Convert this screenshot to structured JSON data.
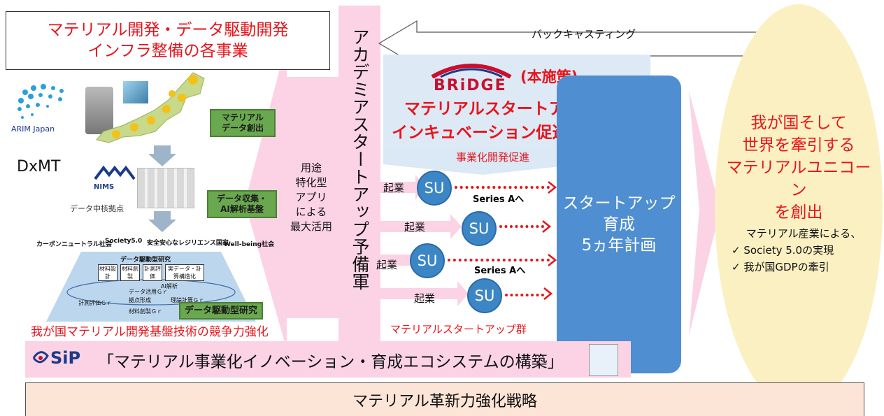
{
  "left": {
    "title_line1": "マテリアル開発・データ駆動開発",
    "title_line2": "インフラ整備の各事業",
    "arim_label": "ARIM Japan",
    "dxmt": "DxMT",
    "nims_label": "NIMS",
    "hub_label": "データ中核拠点",
    "box_data_creation": "マテリアル\nデータ創出",
    "box_data_collect": "データ収集・\nAI解析基盤",
    "goals": [
      "カーボンニュートラル社会",
      "Society5.0",
      "安全安心なレジリエンス国家",
      "Well-being社会"
    ],
    "platform_title": "データ駆動型研究",
    "platform_boxes": [
      "材料設計",
      "材料創製",
      "計測評価",
      "実データ・計算構造化"
    ],
    "platform_ai": "AI解析",
    "platform_groups": [
      "データ活用Ｇｒ",
      "計測評価Ｇｒ",
      "拠点形成",
      "理論計算Ｇｒ",
      "材料創製Ｇｒ"
    ],
    "box_data_driven": "データ駆動型研究",
    "bottom_caption": "我が国マテリアル開発基盤技術の競争力強化"
  },
  "center": {
    "usage": [
      "用途",
      "特化型",
      "アプリ",
      "による",
      "最大活用"
    ],
    "academia": "アカデミアスタートアップ予備軍",
    "backcasting": "バックキャスティング",
    "bridge_logo": "BRiDGE",
    "policy": "(本施策)",
    "program_line1": "マテリアルスタートアップ",
    "program_line2": "インキュベーション促進事業",
    "promote": "事業化開発促進",
    "startup_found": "起業",
    "su": "SU",
    "series_a": "Series Aへ",
    "plan": [
      "スタートアップ",
      "育成",
      "5ヵ年計画"
    ],
    "startup_group": "マテリアルスタートアップ群"
  },
  "right": {
    "goal": [
      "我が国そして",
      "世界を牽引する",
      "マテリアルユニコーン",
      "を創出"
    ],
    "by_industry": "マテリアル産業による、",
    "checks": [
      "Society 5.0の実現",
      "我が国GDPの牽引"
    ]
  },
  "sip": {
    "logo": "SiP",
    "title": "「マテリアル事業化イノベーション・育成エコシステムの構築」"
  },
  "footer": "マテリアル革新力強化戦略",
  "colors": {
    "red": "#e8141b",
    "pink": "#fbd3e5",
    "blue": "#4f8ed1",
    "yellow": "#fbf0c2",
    "green": "#6aa84f"
  }
}
